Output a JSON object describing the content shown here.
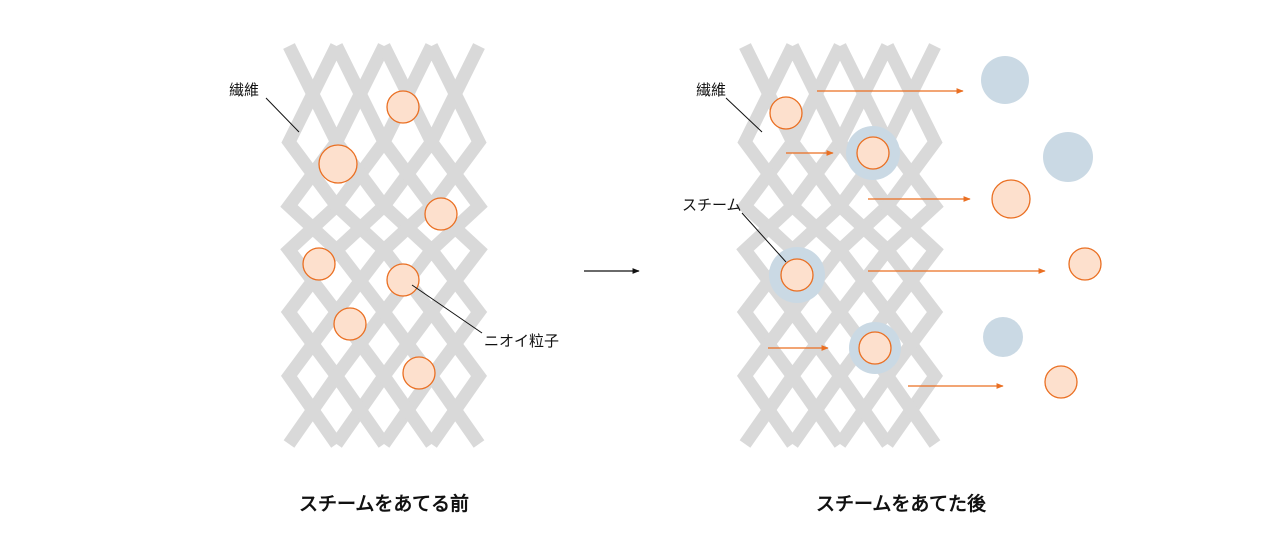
{
  "before": {
    "caption": "スチームをあてる前",
    "fiber_label": "繊維",
    "particle_label": "ニオイ粒子"
  },
  "after": {
    "caption": "スチームをあてた後",
    "fiber_label": "繊維",
    "steam_label": "スチーム"
  },
  "colors": {
    "fiber": "#d9d9d9",
    "particle_fill": "#fde0cd",
    "particle_stroke": "#ea6f22",
    "steam": "#cad9e4",
    "arrow_orange": "#ea6f22",
    "arrow_black": "#111111"
  }
}
